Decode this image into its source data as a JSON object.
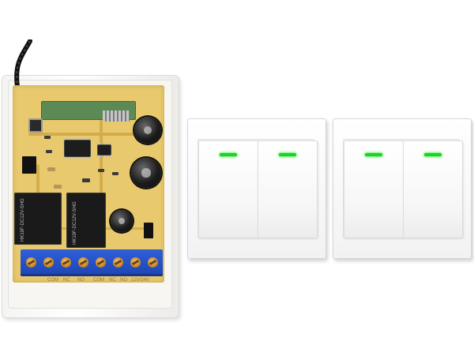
{
  "scene": {
    "description_items": [
      "receiver-module",
      "double-wall-switch",
      "double-wall-switch"
    ]
  },
  "receiver": {
    "terminal_labels": [
      "COM",
      "NC",
      "NO",
      "COM",
      "NC",
      "NO"
    ],
    "voltage_label": "12V/24V",
    "relay_text": "HK19F-DC12V-SHG",
    "colors": {
      "pcb": "#e9c96d",
      "terminal": "#2f5fd8",
      "relay": "#1a1a1a"
    }
  },
  "switches": [
    {
      "gangs": 2,
      "led_color": "#1fd12a"
    },
    {
      "gangs": 2,
      "led_color": "#1fd12a"
    }
  ]
}
